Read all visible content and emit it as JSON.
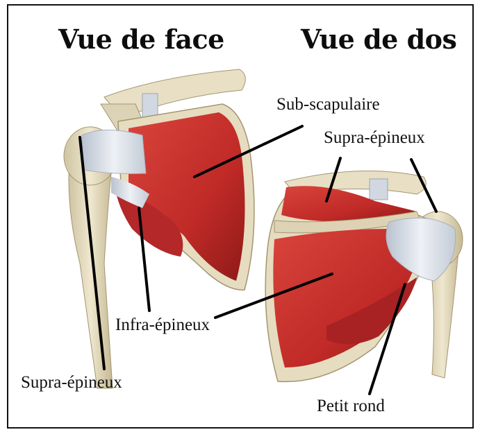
{
  "titles": {
    "front": "Vue de face",
    "back": "Vue de dos"
  },
  "labels": {
    "sub_scapulaire": "Sub-scapulaire",
    "supra_epineux_back": "Supra-épineux",
    "infra_epineux": "Infra-épineux",
    "supra_epineux_front": "Supra-épineux",
    "petit_rond": "Petit rond"
  },
  "colors": {
    "muscle": "#c9302c",
    "muscle_dark": "#8e1a18",
    "bone": "#e8dfc4",
    "bone_shadow": "#b9ad8a",
    "tendon": "#d7dde6",
    "leader": "#000000"
  }
}
